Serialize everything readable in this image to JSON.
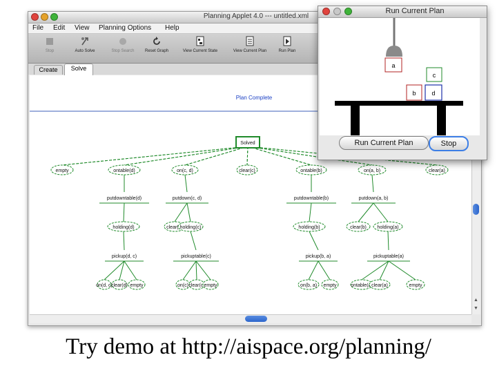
{
  "main_window": {
    "title": "Planning Applet 4.0 --- untitled.xml",
    "menu": [
      "File",
      "Edit",
      "View",
      "Planning Options",
      "Help"
    ],
    "toolbar": [
      {
        "label": "Stop",
        "icon": "stop-icon",
        "enabled": false
      },
      {
        "label": "Auto Solve",
        "icon": "auto-solve-icon",
        "enabled": true
      },
      {
        "label": "Stop Search",
        "icon": "stop-search-icon",
        "enabled": false
      },
      {
        "label": "Reset Graph",
        "icon": "reset-graph-icon",
        "enabled": true
      },
      {
        "label": "View Current State",
        "icon": "view-state-icon",
        "enabled": true
      },
      {
        "label": "View Current Plan",
        "icon": "view-plan-icon",
        "enabled": true
      },
      {
        "label": "Run Plan",
        "icon": "run-plan-icon",
        "enabled": true
      }
    ],
    "tabs": [
      {
        "label": "Create",
        "active": false
      },
      {
        "label": "Solve",
        "active": true
      }
    ],
    "status": "Plan Complete",
    "root_node": "Solved",
    "goal_nodes": [
      "empty",
      "ontable(d)",
      "on(c, d)",
      "clear(c)",
      "ontable(b)",
      "on(a, b)",
      "clear(a)"
    ],
    "action_nodes": [
      "putdowntable(d)",
      "putdown(c, d)",
      "putdowntable(b)",
      "putdown(a, b)"
    ],
    "precondition_nodes": [
      "holding(d)",
      "clear(d)",
      "holding(c)",
      "holding(b)",
      "clear(b)",
      "holding(a)"
    ],
    "second_action_nodes": [
      "pickup(d, c)",
      "pickuptable(c)",
      "pickup(b, a)",
      "pickuptable(a)"
    ],
    "leaf_nodes": [
      "on(d, c)",
      "clear(d)",
      "empty",
      "on(c)",
      "clear(c)",
      "empty",
      "on(b, a)",
      "empty",
      "ontable(a)",
      "clear(a)",
      "empty"
    ],
    "colors": {
      "graph_green": "#1f8a2a",
      "link_blue": "#1a3fc4"
    }
  },
  "run_window": {
    "title": "Run Current Plan",
    "blocks": [
      "a",
      "c",
      "b",
      "d"
    ],
    "buttons": {
      "run": "Run Current Plan",
      "stop": "Stop"
    }
  },
  "caption": "Try demo at http://aispace.org/planning/"
}
